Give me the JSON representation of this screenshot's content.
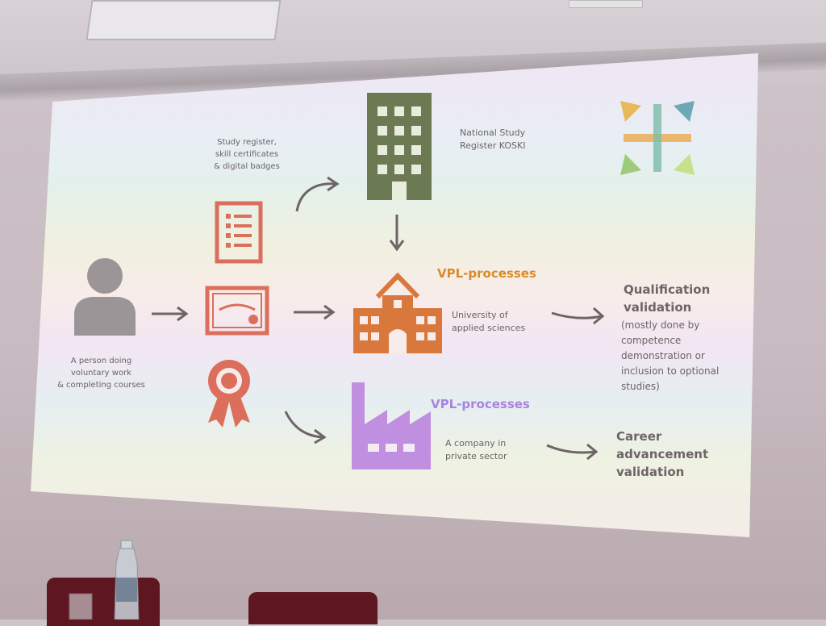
{
  "slide": {
    "study_register_label": [
      "Study register,",
      "skill certificates",
      "& digital badges"
    ],
    "national_register_label": [
      "National Study",
      "Register KOSKI"
    ],
    "person_label": [
      "A person doing",
      "voluntary work",
      "& completing courses"
    ],
    "vpl_processes_top": "VPL-processes",
    "university_label": [
      "University of",
      "applied sciences"
    ],
    "qualification_title": [
      "Qualification",
      "validation"
    ],
    "qualification_note": [
      "(mostly done by",
      "competence",
      "demonstration or",
      "inclusion to optional",
      "studies)"
    ],
    "vpl_processes_bottom": "VPL-processes",
    "company_label": [
      "A company in",
      "private sector"
    ],
    "career_title": [
      "Career",
      "advancement",
      "validation"
    ]
  },
  "colors": {
    "building_green": "#6b7a52",
    "certificate_red": "#dc6f5c",
    "university_orange": "#d9783d",
    "vpl_top": "#d98b2b",
    "vpl_bottom": "#a884df",
    "factory_purple": "#c08fe0",
    "person_gray": "#9c9598",
    "arrow_gray": "#6e6466"
  },
  "icons": [
    "person-icon",
    "document-list-icon",
    "diploma-icon",
    "award-ribbon-icon",
    "office-building-icon",
    "university-icon",
    "factory-icon",
    "arrows-logo-icon"
  ]
}
